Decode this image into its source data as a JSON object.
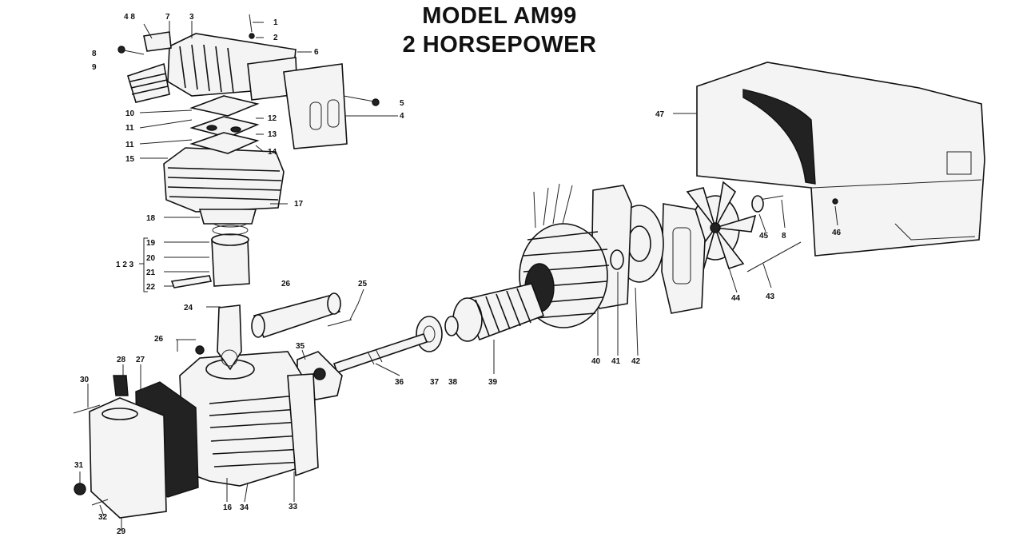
{
  "title": {
    "line1": "MODEL AM99",
    "line2": "2 HORSEPOWER"
  },
  "callouts": {
    "l1": "1",
    "l2": "2",
    "l3": "3",
    "l4": "4",
    "l5": "5",
    "l6": "6",
    "l7": "7",
    "l8a": "8",
    "l8b": "8",
    "l9": "9",
    "l10": "10",
    "l11a": "11",
    "l11b": "11",
    "l12": "12",
    "l13": "13",
    "l14": "14",
    "l15": "15",
    "l16": "16",
    "l17": "17",
    "l18": "18",
    "l19": "19",
    "l20": "20",
    "l21": "21",
    "l22": "22",
    "l24": "24",
    "l25": "25",
    "l26a": "26",
    "l26b": "26",
    "l27": "27",
    "l28": "28",
    "l29": "29",
    "l30": "30",
    "l31": "31",
    "l32": "32",
    "l33": "33",
    "l34": "34",
    "l35": "35",
    "l36": "36",
    "l37": "37",
    "l38": "38",
    "l39": "39",
    "l40": "40",
    "l41": "41",
    "l42": "42",
    "l43": "43",
    "l44": "44",
    "l45": "45",
    "l46": "46",
    "l47": "47",
    "l48": "4 8",
    "l123": "1 2 3"
  }
}
